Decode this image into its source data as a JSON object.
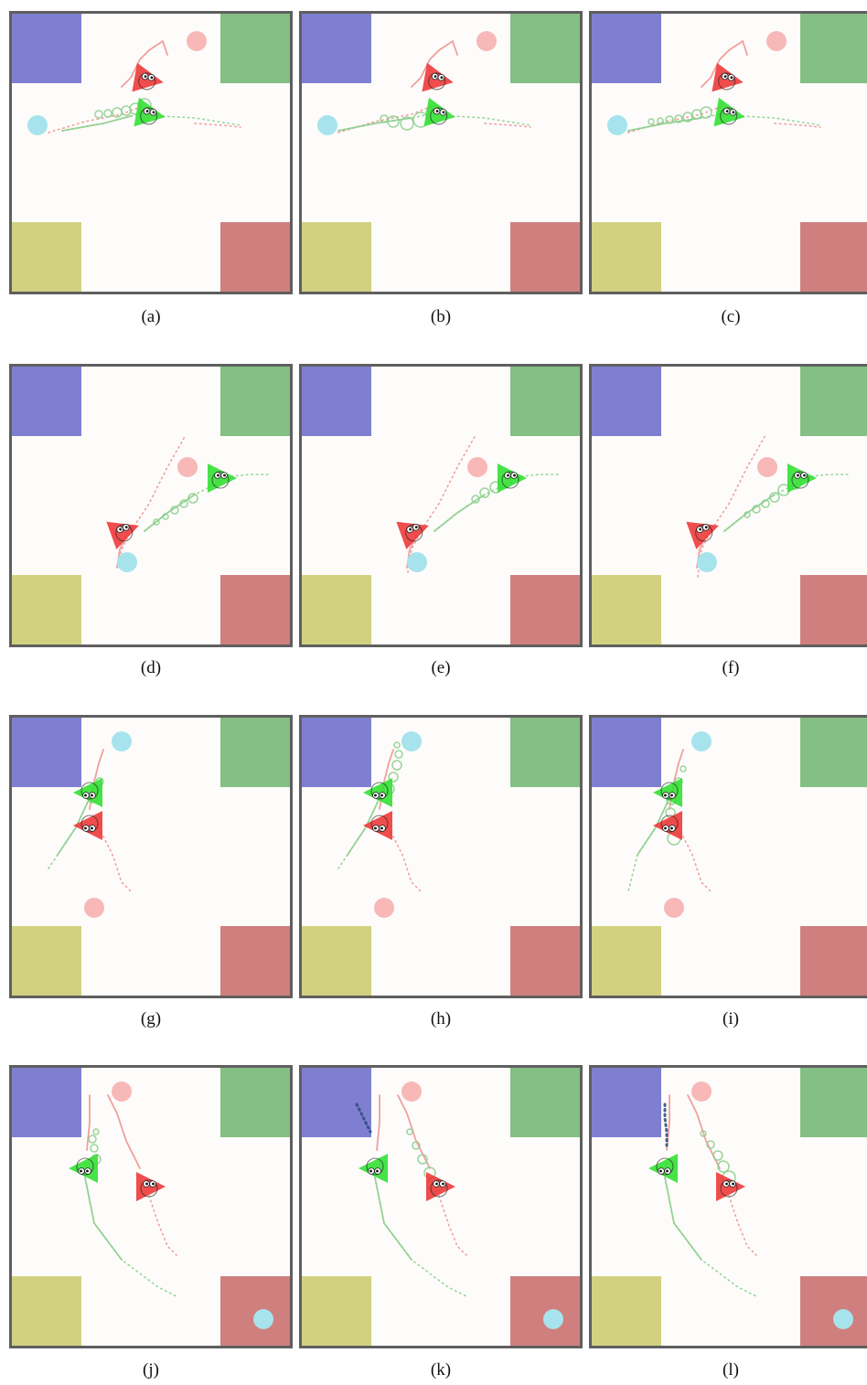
{
  "captions": [
    "(a)",
    "(b)",
    "(c)",
    "(d)",
    "(e)",
    "(f)",
    "(g)",
    "(h)",
    "(i)",
    "(j)",
    "(k)",
    "(l)"
  ],
  "colors": {
    "frame": "#5f5f5f",
    "floor": "#fdfcfa",
    "corner_top_left": "#7f7fd1",
    "corner_top_right": "#84bf84",
    "corner_bottom_left": "#d2d181",
    "corner_bottom_right": "#cf7f7e",
    "agent_red": "#ee3a3a",
    "agent_green": "#33e033",
    "ball_pink": "#f8b8b8",
    "ball_cyan": "#a7e3ec",
    "trail_red": "#f09595",
    "trail_green": "#8fcf8f",
    "trail_blue": "#2f4f80"
  },
  "icons": [
    "red-triangle-agent-icon",
    "green-triangle-agent-icon",
    "pink-ball-icon",
    "cyan-ball-icon",
    "goal-zone-square-icon"
  ]
}
